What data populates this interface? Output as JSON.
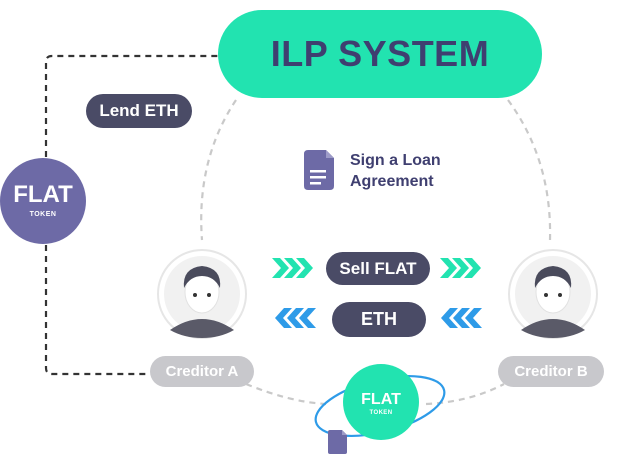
{
  "diagram": {
    "system_label": "ILP SYSTEM",
    "lend_label": "Lend ETH",
    "agreement_line1": "Sign a Loan",
    "agreement_line2": "Agreement",
    "sell_label": "Sell FLAT",
    "eth_label": "ETH",
    "creditor_a": "Creditor A",
    "creditor_b": "Creditor B",
    "token_main": {
      "name": "FLAT",
      "sub": "TOKEN"
    },
    "token_small": {
      "name": "FLAT",
      "sub": "TOKEN"
    }
  },
  "colors": {
    "accent_green": "#22e3b0",
    "navy": "#3f3f70",
    "purple": "#6d6aa6",
    "pill_dark": "#4a4b66",
    "pill_gray": "#c8c8cc",
    "dashed_gray": "#c9c9c9",
    "dashed_dark": "#333333"
  },
  "icons": [
    "document-icon",
    "person-a-icon",
    "person-b-icon",
    "arrow-right-icon",
    "arrow-left-icon",
    "token-icon"
  ]
}
